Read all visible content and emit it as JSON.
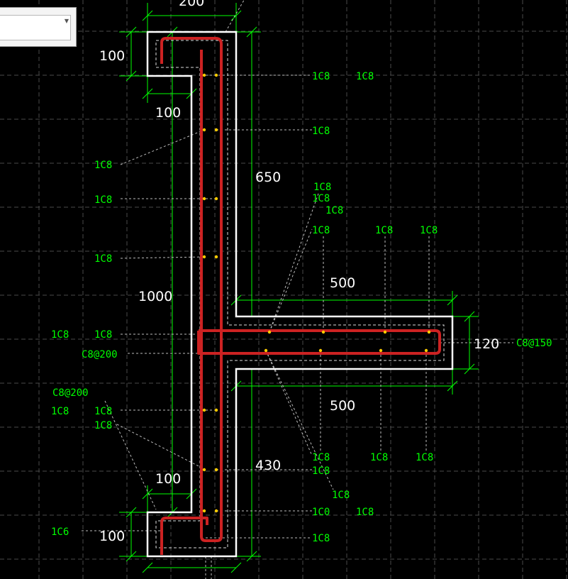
{
  "toolbar": {
    "dropdown_value": ""
  },
  "icons": {
    "dropdown_caret": "chevron-down-icon"
  },
  "colors": {
    "background": "#000000",
    "grid": "#4a4a4a",
    "outline": "#ffffff",
    "rebar": "#cc2222",
    "dimension": "#00ff00",
    "labels": "#00ff00",
    "leader": "#bbbbbb",
    "point": "#ffcc00"
  },
  "dimensions": [
    {
      "id": "top-width",
      "text": "200"
    },
    {
      "id": "top-flange-height",
      "text": "100"
    },
    {
      "id": "top-flange-length",
      "text": "100"
    },
    {
      "id": "upper-wall",
      "text": "650"
    },
    {
      "id": "total-height",
      "text": "1000"
    },
    {
      "id": "branch-length-top",
      "text": "500"
    },
    {
      "id": "branch-thickness",
      "text": "120"
    },
    {
      "id": "branch-length-bottom",
      "text": "500"
    },
    {
      "id": "lower-wall",
      "text": "430"
    },
    {
      "id": "bottom-flange-length",
      "text": "100"
    },
    {
      "id": "bottom-flange-height",
      "text": "100"
    }
  ],
  "rebar_labels": [
    {
      "id": "r01",
      "text": "1C8"
    },
    {
      "id": "r02",
      "text": "1C8"
    },
    {
      "id": "r03",
      "text": "1C8"
    },
    {
      "id": "r04",
      "text": "1C8"
    },
    {
      "id": "r05",
      "text": "1C8"
    },
    {
      "id": "r06",
      "text": "1C8"
    },
    {
      "id": "r07",
      "text": "1C8"
    },
    {
      "id": "r08",
      "text": "1C8"
    },
    {
      "id": "r09",
      "text": "1C8"
    },
    {
      "id": "r10",
      "text": "1C8"
    },
    {
      "id": "r11",
      "text": "1C8"
    },
    {
      "id": "r12",
      "text": "1C8"
    },
    {
      "id": "r13",
      "text": "1C8"
    },
    {
      "id": "r14",
      "text": "1C8"
    },
    {
      "id": "r15",
      "text": "C8@200"
    },
    {
      "id": "r16",
      "text": "C8@150"
    },
    {
      "id": "r17",
      "text": "C8@200"
    },
    {
      "id": "r18",
      "text": "1C8"
    },
    {
      "id": "r19",
      "text": "1C8"
    },
    {
      "id": "r20",
      "text": "1C8"
    },
    {
      "id": "r21",
      "text": "1C8"
    },
    {
      "id": "r22",
      "text": "1C8"
    },
    {
      "id": "r23",
      "text": "1C8"
    },
    {
      "id": "r24",
      "text": "1C8"
    },
    {
      "id": "r25",
      "text": "1C8"
    },
    {
      "id": "r26",
      "text": "1C0"
    },
    {
      "id": "r27",
      "text": "1C8"
    },
    {
      "id": "r28",
      "text": "1C6"
    },
    {
      "id": "r29",
      "text": "1C8"
    }
  ]
}
